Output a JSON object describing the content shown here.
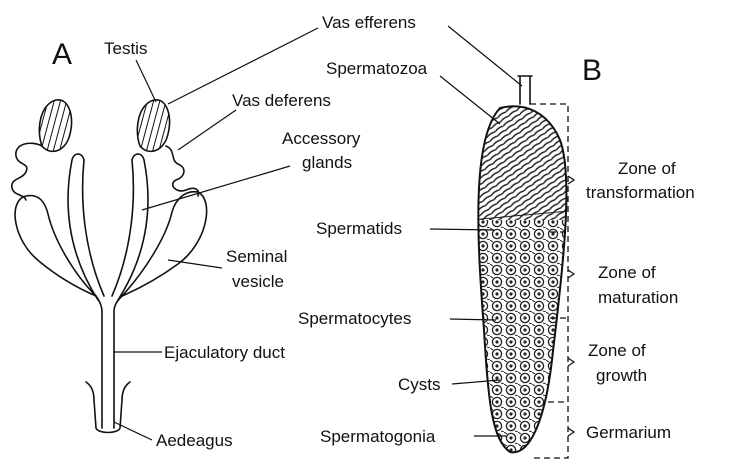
{
  "panels": {
    "a": "A",
    "b": "B"
  },
  "labels_a": {
    "testis": "Testis",
    "vas_deferens": "Vas deferens",
    "accessory_glands_1": "Accessory",
    "accessory_glands_2": "glands",
    "seminal_vesicle_1": "Seminal",
    "seminal_vesicle_2": "vesicle",
    "ejaculatory_duct": "Ejaculatory duct",
    "aedeagus": "Aedeagus"
  },
  "labels_b": {
    "vas_efferens": "Vas efferens",
    "spermatozoa": "Spermatozoa",
    "spermatids": "Spermatids",
    "spermatocytes": "Spermatocytes",
    "cysts": "Cysts",
    "spermatogonia": "Spermatogonia"
  },
  "zones": {
    "transformation_1": "Zone of",
    "transformation_2": "transformation",
    "maturation_1": "Zone of",
    "maturation_2": "maturation",
    "growth_1": "Zone of",
    "growth_2": "growth",
    "germarium": "Germarium"
  }
}
